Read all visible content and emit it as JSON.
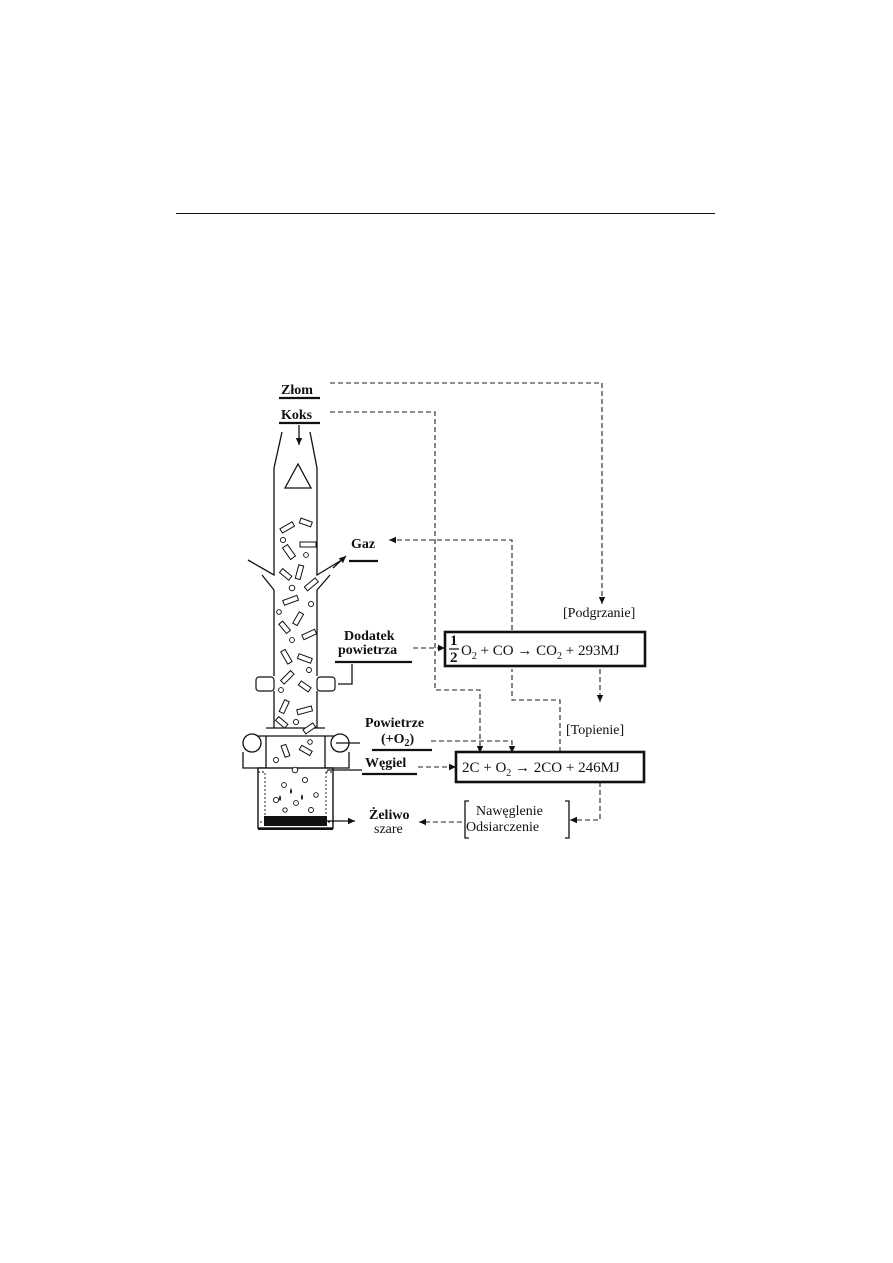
{
  "labels": {
    "zlom": "Złom",
    "koks": "Koks",
    "gaz": "Gaz",
    "podgrzanie": "[Podgrzanie]",
    "dodatek_1": "Dodatek",
    "dodatek_2": "powietrza",
    "topienie": "[Topienie]",
    "powietrze_1": "Powietrze",
    "powietrze_2": "(+O",
    "powietrze_2_sub": "2",
    "powietrze_2_end": ")",
    "wegiel": "Węgiel",
    "zeliwo_1": "Żeliwo",
    "zeliwo_2": "szare",
    "naweglenie": "Nawęglenie",
    "odsiarczenie": "Odsiarczenie"
  },
  "equations": {
    "eq1": {
      "frac_num": "1",
      "frac_den": "2",
      "part_a": "O",
      "sub_a": "2",
      "part_b": " + CO → CO",
      "sub_b": "2",
      "part_c": " + 293MJ"
    },
    "eq2": {
      "part_a": "2C + O",
      "sub_a": "2",
      "part_b": " → 2CO + 246MJ"
    }
  }
}
